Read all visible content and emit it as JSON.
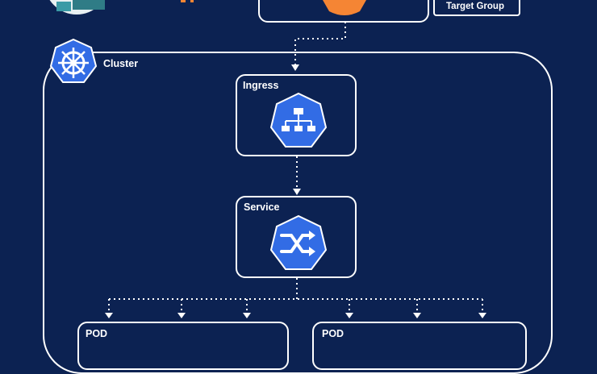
{
  "cluster": {
    "label": "Cluster"
  },
  "target_group": {
    "label": "Target Group"
  },
  "ingress": {
    "label": "Ingress"
  },
  "service": {
    "label": "Service"
  },
  "pod_left": {
    "label": "POD"
  },
  "pod_right": {
    "label": "POD"
  },
  "colors": {
    "background": "#0c2252",
    "border": "#ffffff",
    "k8s_blue": "#326ce5",
    "aws_orange": "#f58534"
  }
}
